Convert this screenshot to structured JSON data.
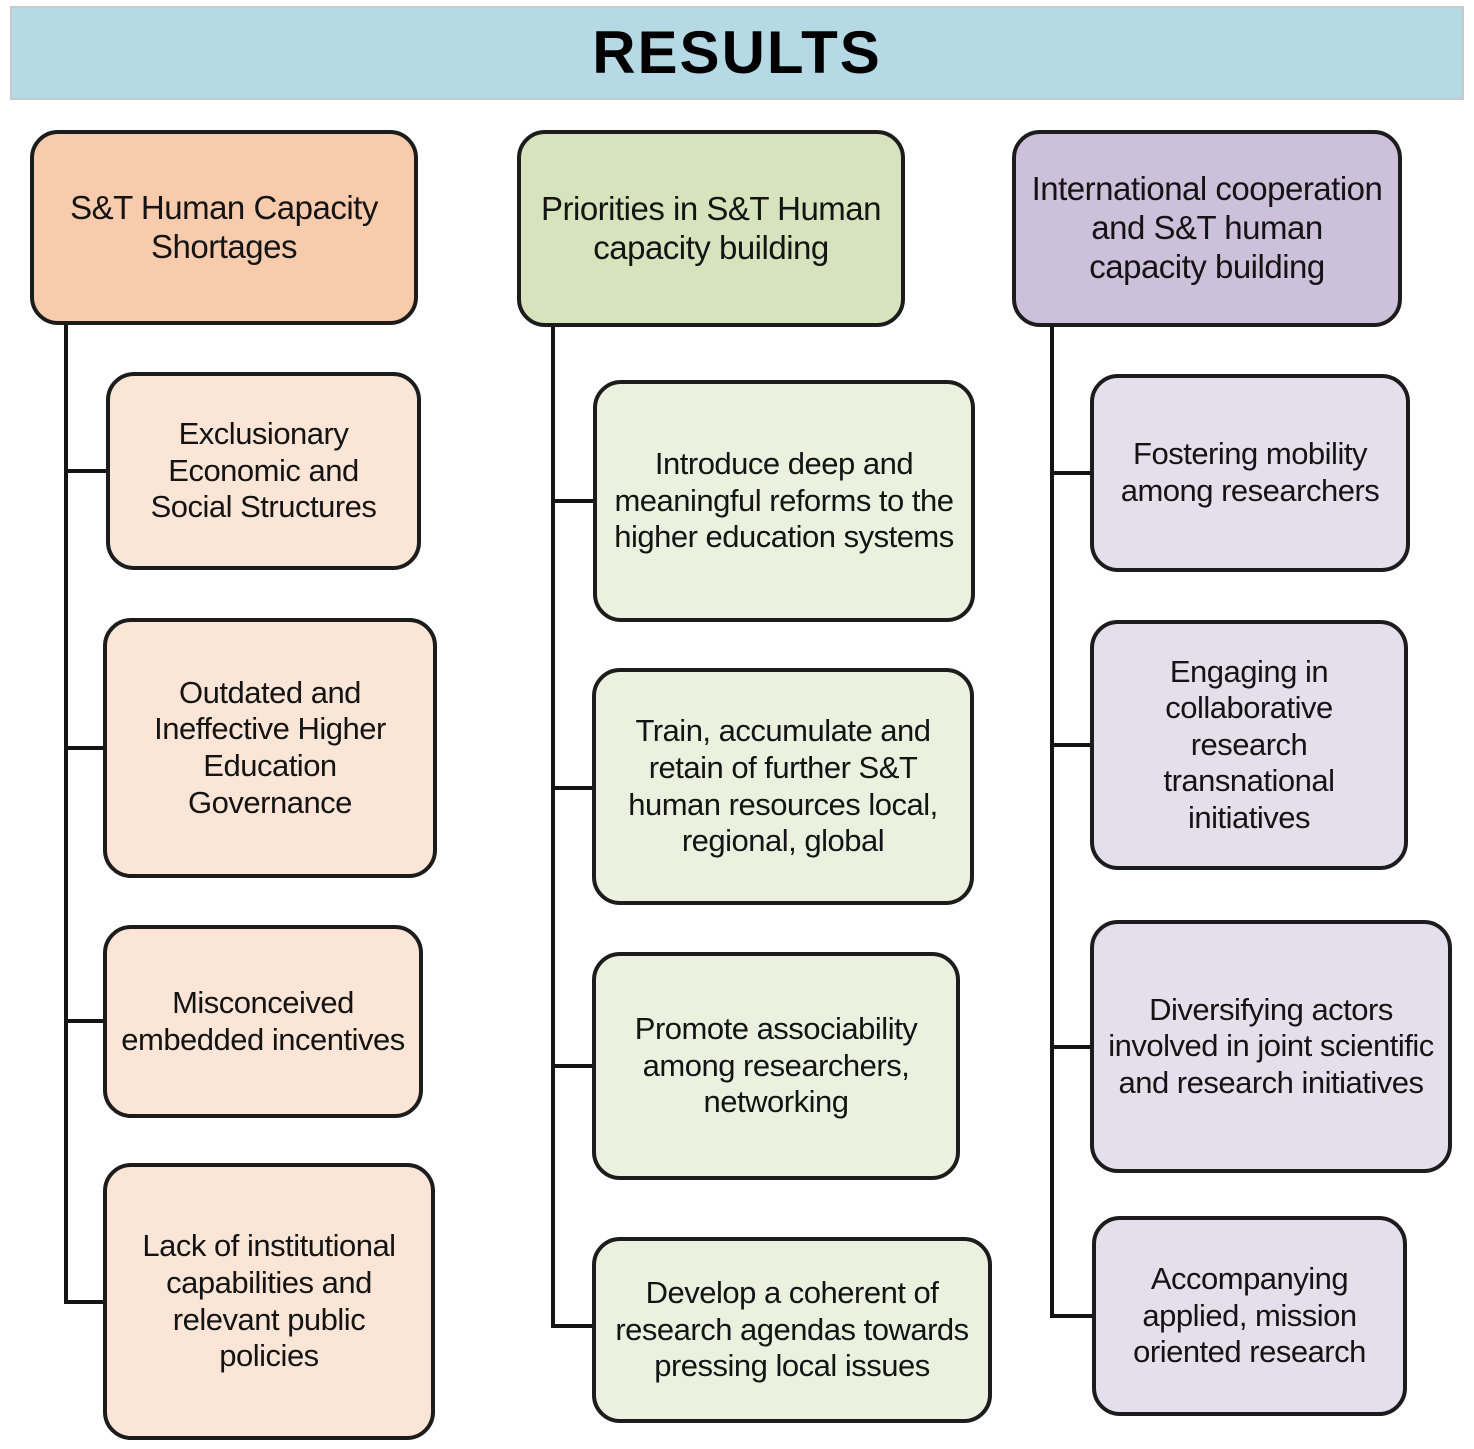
{
  "title": "RESULTS",
  "colors": {
    "banner_bg": "#B5DAE5",
    "column1_header_bg": "#F8CBAD",
    "column1_item_bg": "#FBE5D6",
    "column2_header_bg": "#D6E3BC",
    "column2_item_bg": "#EBF1DE",
    "column3_header_bg": "#CCC0DA",
    "column3_item_bg": "#E5DFEC",
    "box_border": "#1c1c1c",
    "connector": "#141414"
  },
  "columns": [
    {
      "header": "S&T Human Capacity Shortages",
      "items": [
        "Exclusionary Economic and Social Structures",
        "Outdated and Ineffective Higher Education Governance",
        "Misconceived embedded incentives",
        "Lack of institutional capabilities and relevant public policies"
      ]
    },
    {
      "header": "Priorities in S&T Human capacity building",
      "items": [
        "Introduce deep and meaningful reforms to the higher education systems",
        "Train, accumulate and retain of further S&T human resources local, regional, global",
        "Promote associability among researchers, networking",
        "Develop a coherent of research agendas towards pressing local issues"
      ]
    },
    {
      "header": "International cooperation and S&T human capacity building",
      "items": [
        "Fostering mobility among researchers",
        "Engaging in collaborative research transnational initiatives",
        "Diversifying actors involved in joint scientific and research initiatives",
        "Accompanying applied, mission oriented research"
      ]
    }
  ]
}
